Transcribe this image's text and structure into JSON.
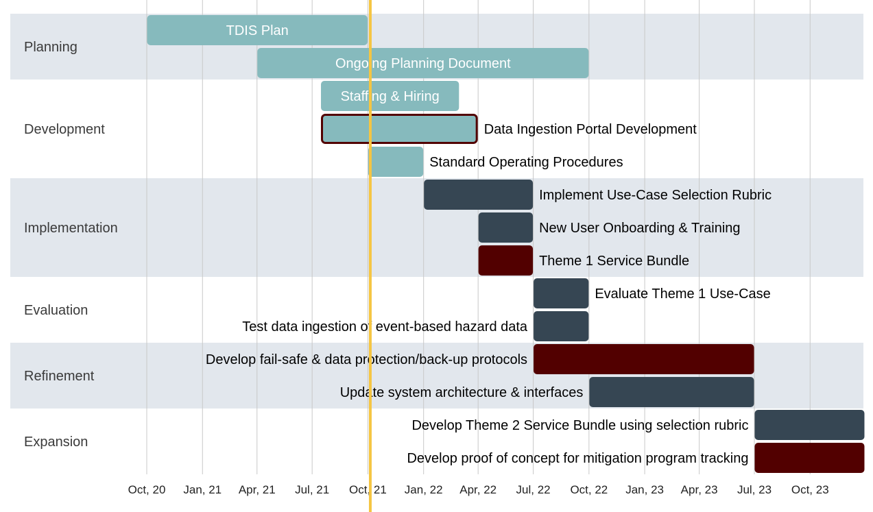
{
  "chart_data": {
    "type": "gantt",
    "phases": [
      {
        "name": "Planning",
        "rows": 2
      },
      {
        "name": "Development",
        "rows": 3
      },
      {
        "name": "Implementation",
        "rows": 3
      },
      {
        "name": "Evaluation",
        "rows": 2
      },
      {
        "name": "Refinement",
        "rows": 2
      },
      {
        "name": "Expansion",
        "rows": 2
      }
    ],
    "tasks": [
      {
        "phase": "Planning",
        "name": "TDIS Plan",
        "start": "2020-10-01",
        "end": "2021-10-01",
        "color": "#86babd",
        "label_position": "inside"
      },
      {
        "phase": "Planning",
        "name": "Ongoing Planning Document",
        "start": "2021-04-01",
        "end": "2022-10-01",
        "color": "#86babd",
        "label_position": "inside"
      },
      {
        "phase": "Development",
        "name": "Staffing & Hiring",
        "start": "2021-07-15",
        "end": "2022-03-01",
        "color": "#86babd",
        "label_position": "inside"
      },
      {
        "phase": "Development",
        "name": "Data Ingestion Portal Development",
        "start": "2021-07-15",
        "end": "2022-04-01",
        "color": "#86babd",
        "outline": "#520000",
        "label_position": "right"
      },
      {
        "phase": "Development",
        "name": "Standard Operating Procedures",
        "start": "2021-10-01",
        "end": "2022-01-01",
        "color": "#86babd",
        "label_position": "right"
      },
      {
        "phase": "Implementation",
        "name": "Implement Use-Case Selection Rubric",
        "start": "2022-01-01",
        "end": "2022-07-01",
        "color": "#364653",
        "label_position": "right"
      },
      {
        "phase": "Implementation",
        "name": "New User Onboarding & Training",
        "start": "2022-04-01",
        "end": "2022-07-01",
        "color": "#364653",
        "label_position": "right"
      },
      {
        "phase": "Implementation",
        "name": "Theme 1 Service Bundle",
        "start": "2022-04-01",
        "end": "2022-07-01",
        "color": "#520000",
        "label_position": "right"
      },
      {
        "phase": "Evaluation",
        "name": "Evaluate Theme 1 Use-Case",
        "start": "2022-07-01",
        "end": "2022-10-01",
        "color": "#364653",
        "label_position": "right"
      },
      {
        "phase": "Evaluation",
        "name": "Test data ingestion of event-based hazard data",
        "start": "2022-07-01",
        "end": "2022-10-01",
        "color": "#364653",
        "label_position": "left"
      },
      {
        "phase": "Refinement",
        "name": "Develop fail-safe & data protection/back-up protocols",
        "start": "2022-07-01",
        "end": "2023-07-01",
        "color": "#520000",
        "label_position": "left"
      },
      {
        "phase": "Refinement",
        "name": "Update system architecture & interfaces",
        "start": "2022-10-01",
        "end": "2023-07-01",
        "color": "#364653",
        "label_position": "left"
      },
      {
        "phase": "Expansion",
        "name": "Develop Theme 2 Service Bundle using selection rubric",
        "start": "2023-07-01",
        "end": "2023-12-31",
        "color": "#364653",
        "label_position": "left"
      },
      {
        "phase": "Expansion",
        "name": "Develop proof of concept for mitigation program tracking",
        "start": "2023-07-01",
        "end": "2023-12-31",
        "color": "#520000",
        "label_position": "left"
      }
    ],
    "xaxis": {
      "range": [
        "2020-10-01",
        "2023-12-31"
      ],
      "ticks": [
        {
          "date": "2020-10-01",
          "label": "Oct, 20"
        },
        {
          "date": "2021-01-01",
          "label": "Jan, 21"
        },
        {
          "date": "2021-04-01",
          "label": "Apr, 21"
        },
        {
          "date": "2021-07-01",
          "label": "Jul, 21"
        },
        {
          "date": "2021-10-01",
          "label": "Oct, 21"
        },
        {
          "date": "2022-01-01",
          "label": "Jan, 22"
        },
        {
          "date": "2022-04-01",
          "label": "Apr, 22"
        },
        {
          "date": "2022-07-01",
          "label": "Jul, 22"
        },
        {
          "date": "2022-10-01",
          "label": "Oct, 22"
        },
        {
          "date": "2023-01-01",
          "label": "Jan, 23"
        },
        {
          "date": "2023-04-01",
          "label": "Apr, 23"
        },
        {
          "date": "2023-07-01",
          "label": "Jul, 23"
        },
        {
          "date": "2023-10-01",
          "label": "Oct, 23"
        }
      ]
    },
    "today_marker": {
      "date": "2021-10-05",
      "color": "#f5c542"
    },
    "colors": {
      "phase_band": "#e2e7ed",
      "grid": "#c8c8c8",
      "inside_label": "#ffffff",
      "outside_label": "#000000"
    },
    "grid": true
  }
}
